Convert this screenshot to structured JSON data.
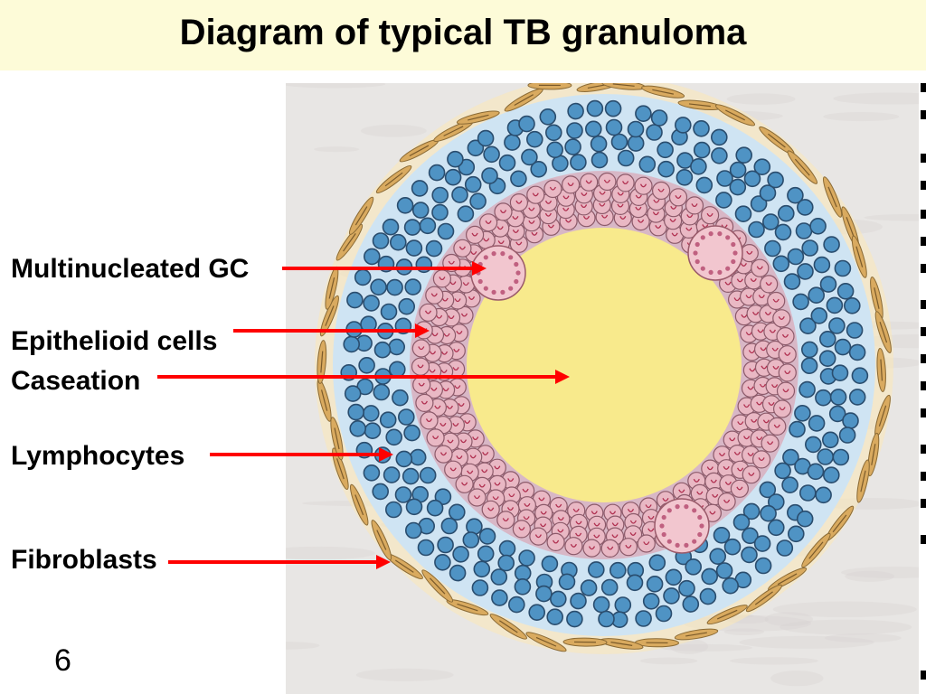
{
  "title": "Diagram of typical TB granuloma",
  "labels": {
    "multinucleated_gc": "Multinucleated GC",
    "epithelioid_cells": "Epithelioid cells",
    "caseation": "Caseation",
    "lymphocytes": "Lymphocytes",
    "fibroblasts": "Fibroblasts"
  },
  "slide_number": "6",
  "colors": {
    "arrow": "#ff0000",
    "caseation": "#f8ea8c",
    "epithelioid": "#e9b8c4",
    "lymphocyte": "#4f93c4",
    "lymph_zone": "#cfe4f3",
    "fibroblast": "#d9aa5f",
    "title_background": "#fdfbd8"
  }
}
